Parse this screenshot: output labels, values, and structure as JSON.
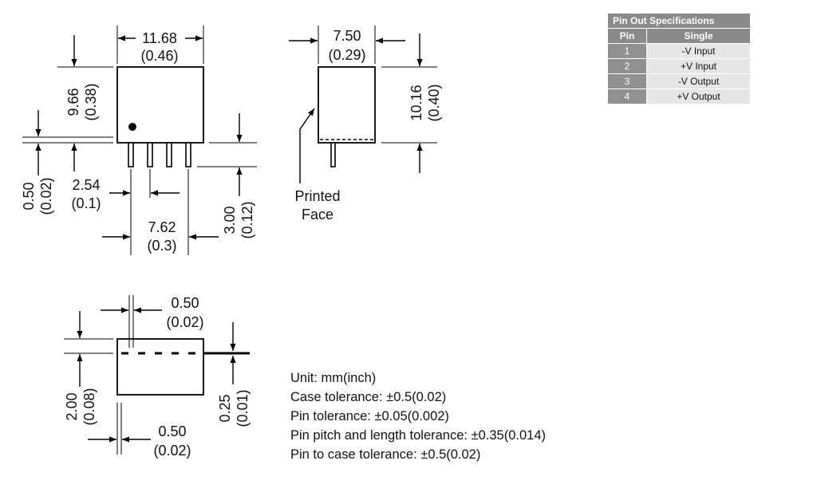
{
  "dimensions": {
    "width_mm": "11.68",
    "width_in": "(0.46)",
    "height_mm": "9.66",
    "height_in": "(0.38)",
    "standoff_mm": "0.50",
    "standoff_in": "(0.02)",
    "pitch_mm": "2.54",
    "pitch_in": "(0.1)",
    "span_mm": "7.62",
    "span_in": "(0.3)",
    "pin_len_mm": "3.00",
    "pin_len_in": "(0.12)",
    "side_width_mm": "7.50",
    "side_width_in": "(0.29)",
    "side_height_mm": "10.16",
    "side_height_in": "(0.40)",
    "top_pin_w_mm": "0.50",
    "top_pin_w_in": "(0.02)",
    "top_depth_mm": "2.00",
    "top_depth_in": "(0.08)",
    "top_pin_t_mm": "0.25",
    "top_pin_t_in": "(0.01)",
    "bottom_edge_mm": "0.50",
    "bottom_edge_in": "(0.02)"
  },
  "callout": {
    "line1": "Printed",
    "line2": "Face"
  },
  "pin_table": {
    "title": "Pin Out Specifications",
    "col_pin": "Pin",
    "col_single": "Single",
    "rows": [
      {
        "pin": "1",
        "single": "-V Input"
      },
      {
        "pin": "2",
        "single": "+V Input"
      },
      {
        "pin": "3",
        "single": "-V Output"
      },
      {
        "pin": "4",
        "single": "+V Output"
      }
    ]
  },
  "notes": [
    "Unit: mm(inch)",
    "Case tolerance: ±0.5(0.02)",
    "Pin tolerance: ±0.05(0.002)",
    "Pin pitch and length tolerance: ±0.35(0.014)",
    "Pin to case tolerance: ±0.5(0.02)"
  ]
}
